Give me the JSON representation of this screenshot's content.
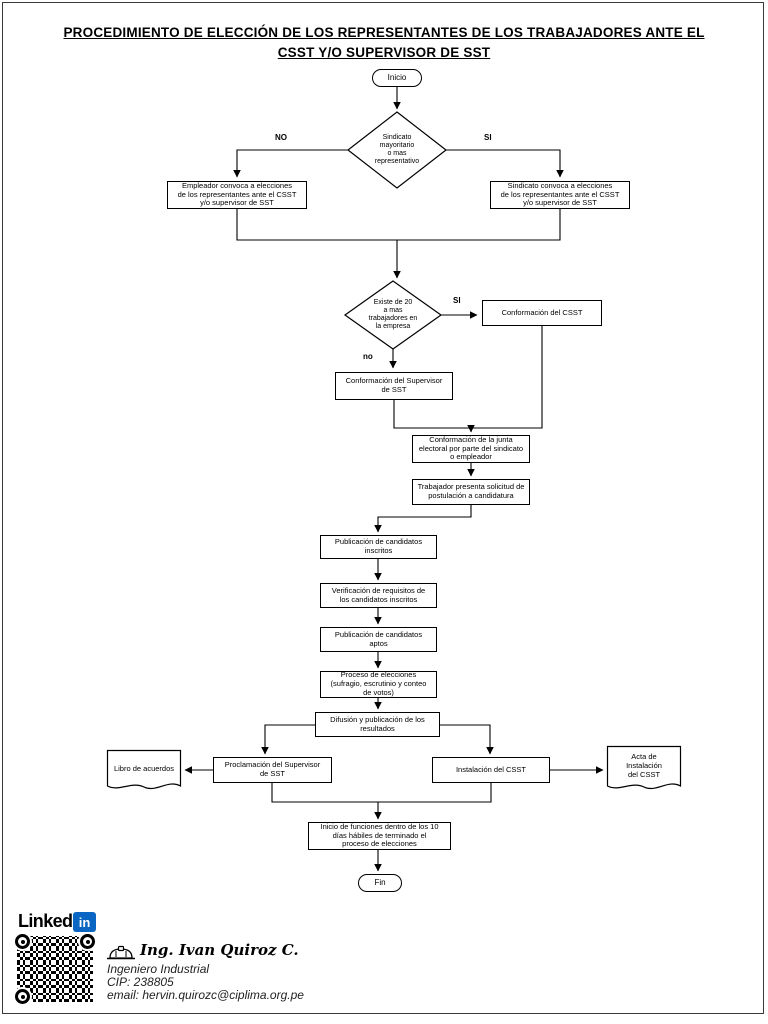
{
  "title": "PROCEDIMIENTO DE ELECCIÓN DE LOS REPRESENTANTES DE LOS TRABAJADORES ANTE EL CSST Y/O SUPERVISOR DE SST",
  "flowchart": {
    "start": "Inicio",
    "end": "Fin",
    "decision_sindicato": "Sindicato\nmayoritario\no mas\nrepresentativo",
    "decision_sindicato_no": "NO",
    "decision_sindicato_si": "SI",
    "box_empleador": "Empleador convoca a elecciones\nde los representantes ante el CSST\ny/o supervisor de SST",
    "box_sindicato": "Sindicato convoca a elecciones\nde los representantes ante el CSST\ny/o supervisor de SST",
    "decision_trabajadores": "Existe de 20\na mas\ntrabajadores en\nla empresa",
    "decision_trabajadores_si": "SI",
    "decision_trabajadores_no": "no",
    "box_conformacion_csst": "Conformación del CSST",
    "box_conformacion_supervisor": "Conformación del Supervisor\nde SST",
    "box_junta_electoral": "Conformación de la junta\nelectoral por parte del sindicato\no empleador",
    "box_solicitud": "Trabajador presenta solicitud de\npostulación a candidatura",
    "box_publicacion_inscritos": "Publicación de candidatos\ninscritos",
    "box_verificacion": "Verificación de requisitos de\nlos candidatos inscritos",
    "box_publicacion_aptos": "Publicación de candidatos\naptos",
    "box_proceso_elecciones": "Proceso de elecciones\n(sufragio, escrutinio y conteo\nde votos)",
    "box_difusion": "Difusión y publicación de los\nresultados",
    "box_proclamacion": "Proclamación del Supervisor\nde SST",
    "box_instalacion": "Instalación del CSST",
    "doc_libro": "Libro de acuerdos",
    "doc_acta": "Acta de\nInstalación\ndel CSST",
    "box_inicio_funciones": "Inicio de funciones dentro de los 10\ndías hábiles de terminado el\nproceso de elecciones"
  },
  "footer": {
    "linkedin_word": "Linked",
    "linkedin_in": "in",
    "linkedin_blue": "#0a66c2",
    "signature": "Ing. Ivan Quiroz C.",
    "profession": "Ingeniero Industrial",
    "cip": "CIP: 238805",
    "email": "email: hervin.quirozc@ciplima.org.pe"
  }
}
